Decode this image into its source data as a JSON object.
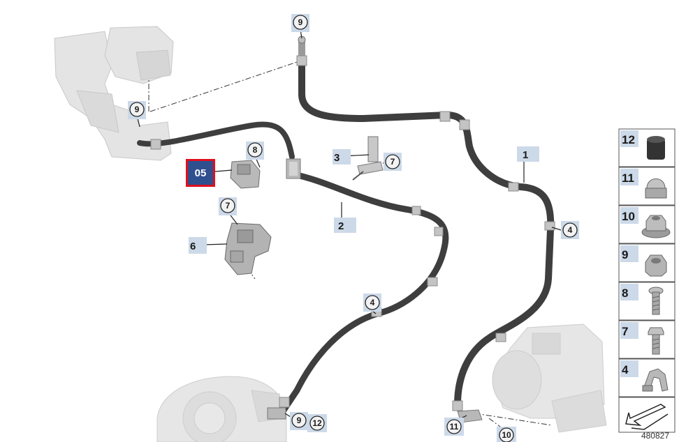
{
  "diagram_id": "480827",
  "selected_label": "05",
  "colors": {
    "cable": "#3e3e3e",
    "label_bg": "#ccd9e8",
    "selected_bg": "#2f4f8f",
    "selected_border": "#e0101e",
    "ghost_part": "#e2e2e2"
  },
  "callouts": {
    "c9_top": "9",
    "c9_left": "9",
    "c8": "8",
    "c7_mid": "7",
    "c7_left": "7",
    "c4_right": "4",
    "c4_mid": "4",
    "c9_bottom": "9",
    "c12_bottom": "12",
    "c11_bottom": "11",
    "c10_bottom": "10"
  },
  "part_labels": {
    "p1": "1",
    "p2": "2",
    "p3": "3",
    "p6": "6"
  },
  "side_panel": [
    {
      "number": "12",
      "icon": "cap-icon"
    },
    {
      "number": "11",
      "icon": "acorn-nut-icon"
    },
    {
      "number": "10",
      "icon": "flange-nut-icon"
    },
    {
      "number": "9",
      "icon": "hex-nut-icon"
    },
    {
      "number": "8",
      "icon": "screw-icon"
    },
    {
      "number": "7",
      "icon": "bolt-icon"
    },
    {
      "number": "4",
      "icon": "clip-icon"
    }
  ]
}
